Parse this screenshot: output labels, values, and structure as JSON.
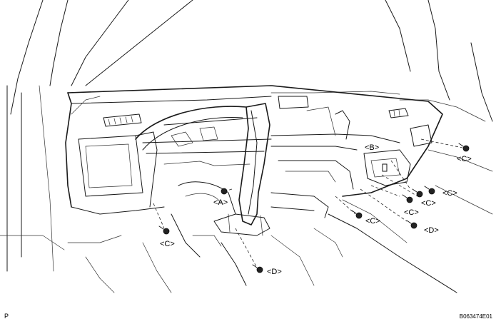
{
  "figure": {
    "page_marker": "P",
    "figure_code": "B063474E01"
  },
  "callouts": {
    "A": "<A>",
    "B": "<B>",
    "C1": "<C>",
    "C2": "<C>",
    "C3": "<C>",
    "C4": "<C>",
    "C5": "<C>",
    "C6": "<C>",
    "D1": "<D>",
    "D2": "<D>"
  },
  "colors": {
    "line": "#1a1a1a",
    "background": "#ffffff"
  }
}
